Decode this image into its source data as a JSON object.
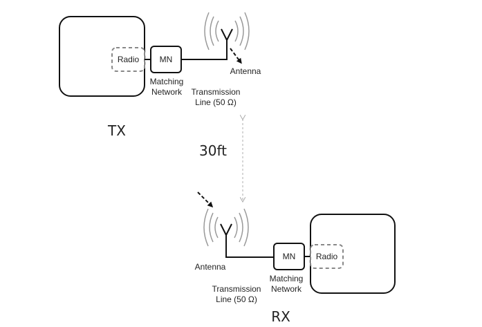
{
  "tx": {
    "title": "TX",
    "radio_label": "Radio",
    "mn_label": "MN",
    "matching_line1": "Matching",
    "matching_line2": "Network",
    "tline_line1": "Transmission",
    "tline_line2": "Line (50 Ω)",
    "antenna_label": "Antenna"
  },
  "rx": {
    "title": "RX",
    "radio_label": "Radio",
    "mn_label": "MN",
    "matching_line1": "Matching",
    "matching_line2": "Network",
    "tline_line1": "Transmission",
    "tline_line2": "Line (50 Ω)",
    "antenna_label": "Antenna"
  },
  "distance_label": "30ft",
  "colors": {
    "stroke": "#111111",
    "dashed_box": "#888888",
    "waves": "#999999",
    "distance_arrow": "#bbbbbb"
  }
}
